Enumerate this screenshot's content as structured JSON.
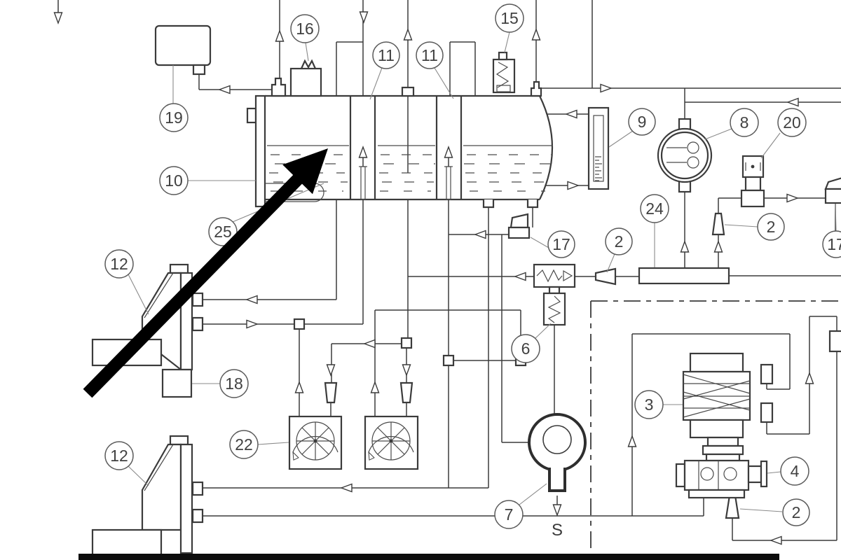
{
  "diagram": {
    "type": "boiler-process-piping-schematic",
    "callouts": {
      "c19": "19",
      "c16": "16",
      "c11a": "11",
      "c11b": "11",
      "c15": "15",
      "c9": "9",
      "c8": "8",
      "c20": "20",
      "c10": "10",
      "c25": "25",
      "c24": "24",
      "c2a": "2",
      "c17a": "17",
      "c17b": "17",
      "c2b": "2",
      "c12a": "12",
      "c18": "18",
      "c22": "22",
      "c12b": "12",
      "c6": "6",
      "c7": "7",
      "c3": "3",
      "c4": "4",
      "c2c": "2"
    },
    "annotations": {
      "sewer": "S"
    }
  }
}
